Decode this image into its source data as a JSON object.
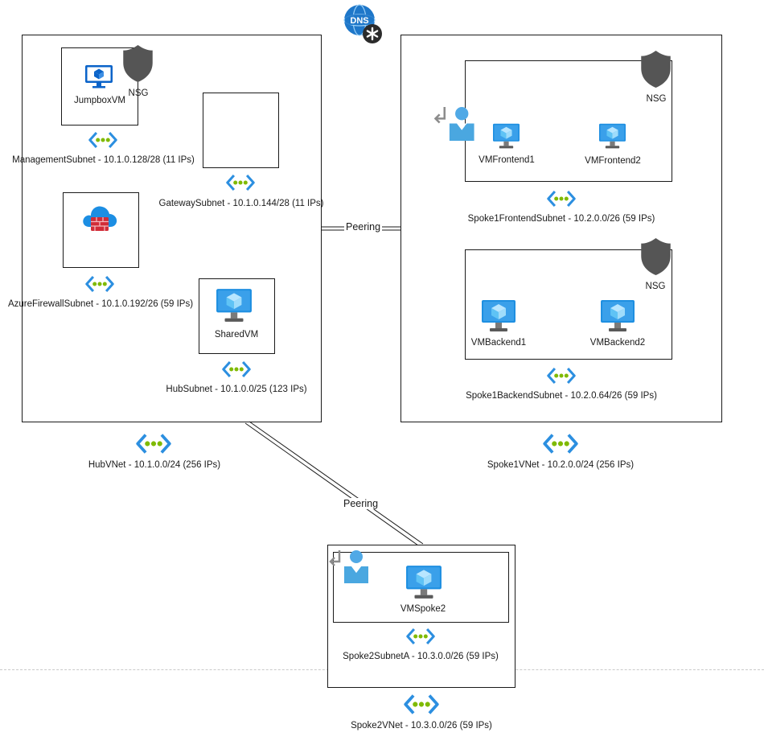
{
  "dns_badge": {
    "text": "DNS"
  },
  "hub": {
    "vnet_label": "HubVNet - 10.1.0.0/24 (256 IPs)",
    "management_subnet": "ManagementSubnet - 10.1.0.128/28 (11 IPs)",
    "gateway_subnet": "GatewaySubnet - 10.1.0.144/28 (11 IPs)",
    "firewall_subnet": "AzureFirewallSubnet - 10.1.0.192/26 (59 IPs)",
    "hub_subnet": "HubSubnet - 10.1.0.0/25 (123 IPs)",
    "jumpbox_vm": "JumpboxVM",
    "jumpbox_nsg": "NSG",
    "shared_vm": "SharedVM"
  },
  "spoke1": {
    "vnet_label": "Spoke1VNet - 10.2.0.0/24 (256 IPs)",
    "frontend_subnet": "Spoke1FrontendSubnet - 10.2.0.0/26 (59 IPs)",
    "backend_subnet": "Spoke1BackendSubnet - 10.2.0.64/26 (59 IPs)",
    "frontend_nsg": "NSG",
    "backend_nsg": "NSG",
    "vm_frontend1": "VMFrontend1",
    "vm_frontend2": "VMFrontend2",
    "vm_backend1": "VMBackend1",
    "vm_backend2": "VMBackend2"
  },
  "spoke2": {
    "vnet_label": "Spoke2VNet - 10.3.0.0/26 (59 IPs)",
    "subnet_a": "Spoke2SubnetA - 10.3.0.0/26 (59 IPs)",
    "vm_spoke2": "VMSpoke2"
  },
  "peerings": {
    "hub_spoke1": "Peering",
    "hub_spoke2": "Peering"
  },
  "colors": {
    "azure_blue": "#0078d4",
    "vm_light_blue": "#50b5f0",
    "subnet_green": "#7fba00",
    "nsg_gray": "#555555",
    "firewall_red": "#d12c38"
  }
}
